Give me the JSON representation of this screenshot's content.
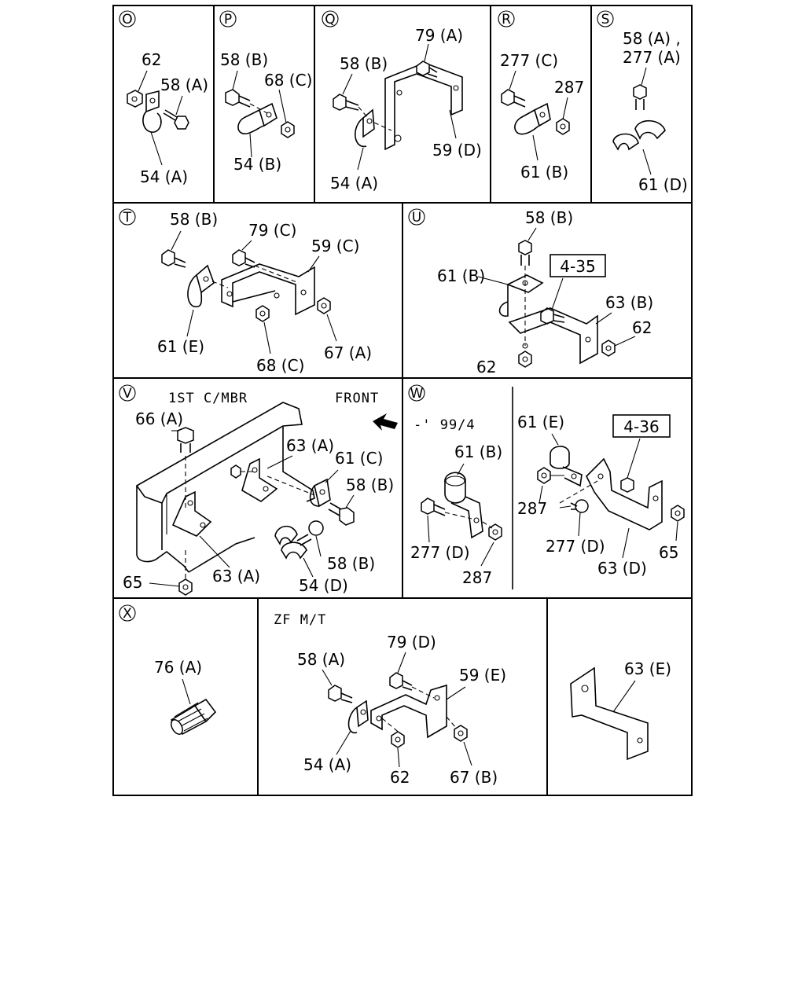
{
  "panels": {
    "O": {
      "letter": "O",
      "labels": [
        "62",
        "58 (A)",
        "54 (A)"
      ]
    },
    "P": {
      "letter": "P",
      "labels": [
        "58 (B)",
        "68 (C)",
        "54 (B)"
      ]
    },
    "Q": {
      "letter": "Q",
      "labels": [
        "79 (A)",
        "58 (B)",
        "59 (D)",
        "54 (A)"
      ]
    },
    "R": {
      "letter": "R",
      "labels": [
        "277 (C)",
        "287",
        "61 (B)"
      ]
    },
    "S": {
      "letter": "S",
      "labels": [
        "58 (A) ,",
        "277 (A)",
        "61 (D)"
      ]
    },
    "T": {
      "letter": "T",
      "labels": [
        "58 (B)",
        "79 (C)",
        "59 (C)",
        "61 (E)",
        "68 (C)",
        "67 (A)"
      ]
    },
    "U": {
      "letter": "U",
      "ref_box": "4-35",
      "labels": [
        "58 (B)",
        "61 (B)",
        "63 (B)",
        "62",
        "62"
      ]
    },
    "V": {
      "letter": "V",
      "note": "1ST C/MBR",
      "front": "FRONT",
      "labels": [
        "66 (A)",
        "63 (A)",
        "61 (C)",
        "58 (B)",
        "58 (B)",
        "65",
        "63 (A)",
        "54 (D)"
      ]
    },
    "W": {
      "letter": "W",
      "note": "-' 99/4",
      "ref_box": "4-36",
      "labels": [
        "61 (B)",
        "277 (D)",
        "287",
        "61 (E)",
        "287",
        "277 (D)",
        "63 (D)",
        "65"
      ]
    },
    "X": {
      "letter": "X",
      "labels": [
        "76 (A)"
      ]
    },
    "ZF": {
      "note": "ZF M/T",
      "labels": [
        "79 (D)",
        "58 (A)",
        "59 (E)",
        "54 (A)",
        "62",
        "67 (B)"
      ]
    },
    "E": {
      "labels": [
        "63 (E)"
      ]
    }
  }
}
